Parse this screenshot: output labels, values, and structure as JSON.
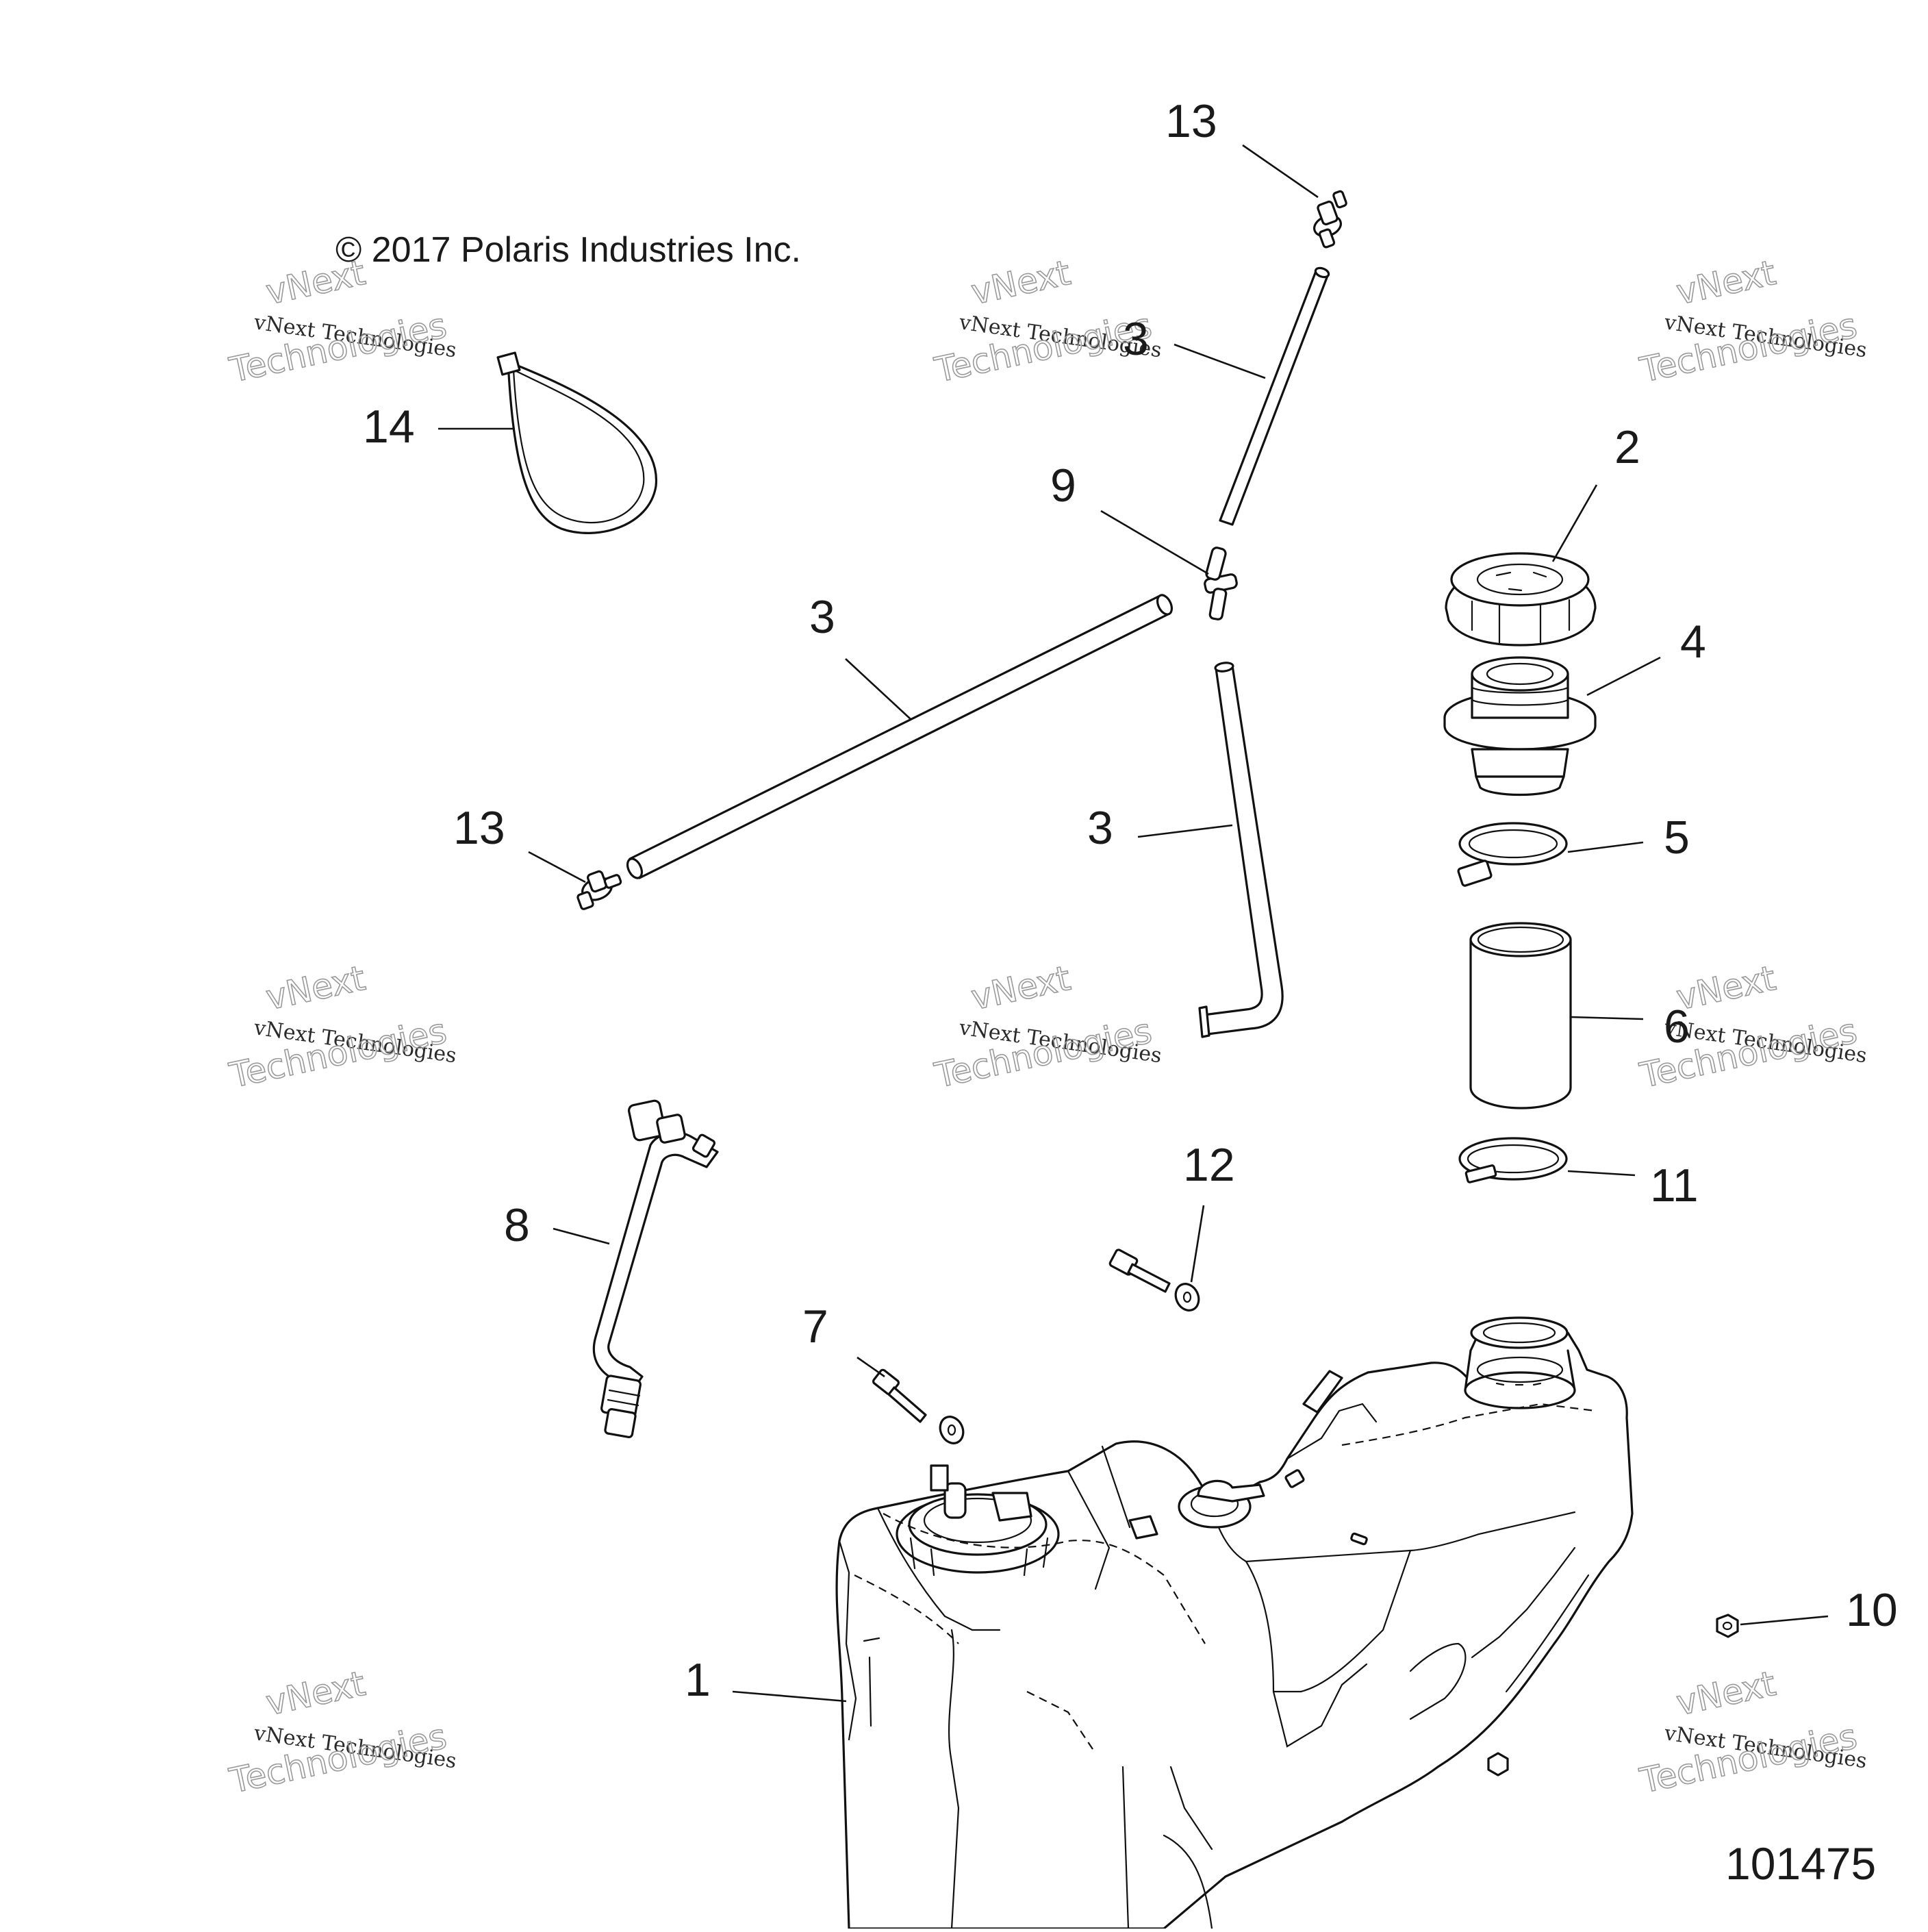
{
  "copyright": "© 2017 Polaris Industries Inc.",
  "diagram_id": "101475",
  "watermark": {
    "line1": "vNext Technologies",
    "line2": "Technologies",
    "line3": "vNext"
  },
  "callouts": {
    "fuel_tank": "1",
    "fuel_cap": "2",
    "hose_upper": "3",
    "hose_long": "3",
    "hose_bent": "3",
    "filler_neck": "4",
    "clamp_upper": "5",
    "filler_hose": "6",
    "bolt_7": "7",
    "fuel_line": "8",
    "tee_fitting": "9",
    "nut": "10",
    "clamp_lower": "11",
    "bolt_12": "12",
    "vent_valve_top": "13",
    "vent_valve_left": "13",
    "cable_tie": "14"
  }
}
